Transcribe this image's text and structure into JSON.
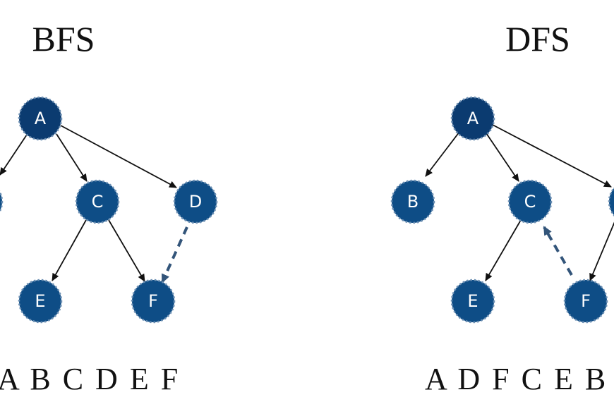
{
  "bfs": {
    "title": "BFS",
    "order": "A B C D E F",
    "nodes": {
      "A": "A",
      "B": "B",
      "C": "C",
      "D": "D",
      "E": "E",
      "F": "F"
    }
  },
  "dfs": {
    "title": "DFS",
    "order": "A D F C E B",
    "nodes": {
      "A": "A",
      "B": "B",
      "C": "C",
      "D": "D",
      "E": "E",
      "F": "F"
    }
  },
  "colors": {
    "node_fill": "#0e4d86",
    "root_fill": "#0b3b70",
    "edge": "#111111",
    "backtrack": "#33557a"
  }
}
